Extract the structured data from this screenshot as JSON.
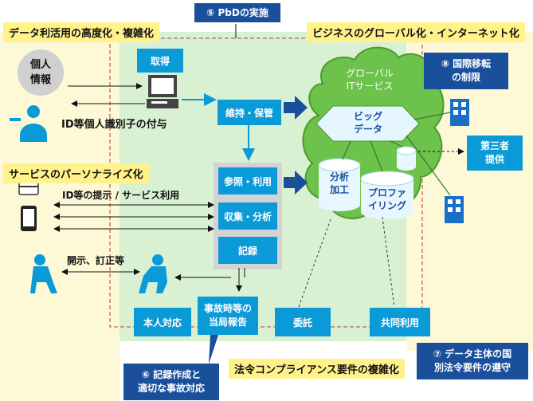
{
  "labels": {
    "data_complex": "データ利活用の高度化・複雑化",
    "personalize": "サービスのパーソナライズ化",
    "global": "ビジネスのグローバル化・インターネット化",
    "compliance": "法令コンプライアンス要件の複雑化"
  },
  "numbered": {
    "pbd": "⑤ PbDの実施",
    "transfer_1": "⑧ 国際移転",
    "transfer_2": "の制限",
    "record_1": "⑥ 記録作成と",
    "record_2": "適切な事故対応",
    "country_1": "⑦ データ主体の国",
    "country_2": "別法令要件の遵守"
  },
  "personal_info_1": "個人",
  "personal_info_2": "情報",
  "id_assign": "ID等個人識別子の付与",
  "id_provide": "ID等の提示 / サービス利用",
  "disclose": "開示、訂正等",
  "process": {
    "acquire": "取得",
    "maintain": "維持・保管",
    "reference": "参照・利用",
    "collect": "収集・分析",
    "record": "記録"
  },
  "bottom": {
    "self": "本人対応",
    "authority_1": "事故時等の",
    "authority_2": "当局報告",
    "consign": "委託",
    "joint": "共同利用"
  },
  "cloud": {
    "title_1": "グローバル",
    "title_2": "ITサービス",
    "bigdata_1": "ビッグ",
    "bigdata_2": "データ",
    "analysis_1": "分析",
    "analysis_2": "加工",
    "profiling_1": "プロファ",
    "profiling_2": "イリング"
  },
  "third_party_1": "第三者",
  "third_party_2": "提供",
  "colors": {
    "blue": "#0b9ad8",
    "navy": "#1a4f9c",
    "green": "#5fbf3f",
    "light_green": "#d9f1d3",
    "yellow_bg": "#fdf8d6",
    "yellow_label": "#fff28a"
  }
}
